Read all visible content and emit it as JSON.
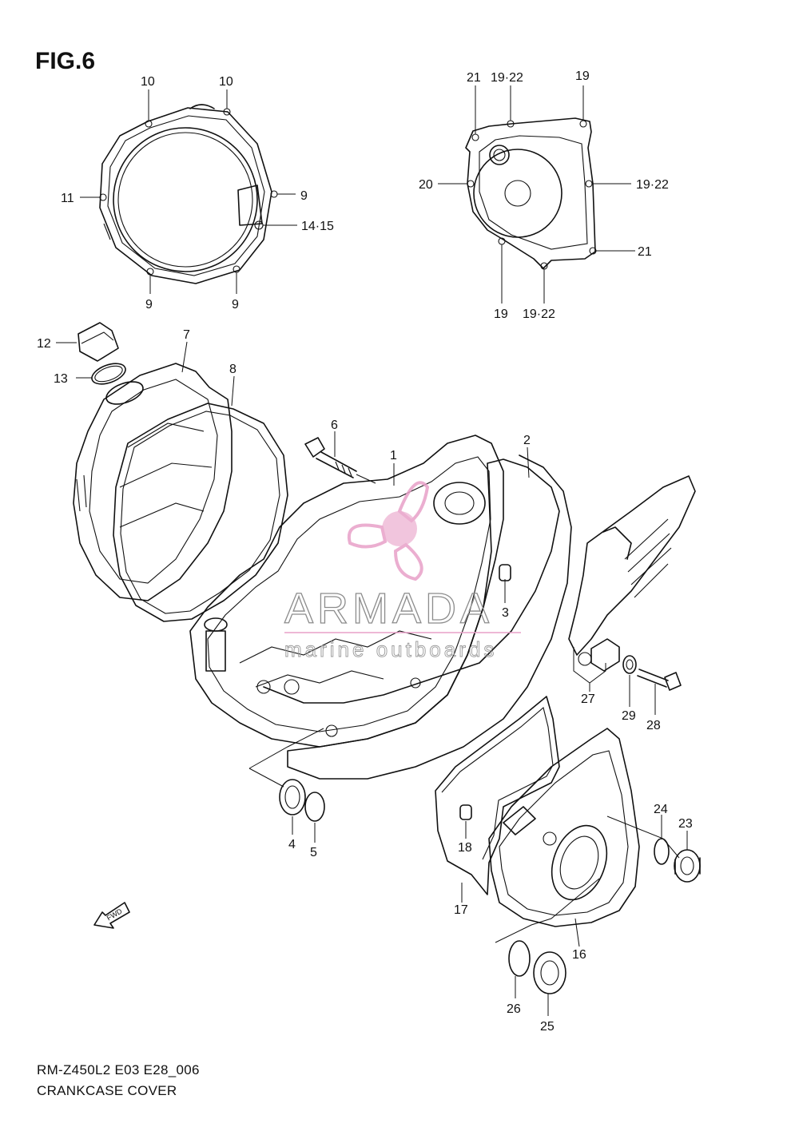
{
  "figure": {
    "title": "FIG.6",
    "model_code": "RM-Z450L2 E03 E28_006",
    "caption": "CRANKCASE COVER"
  },
  "watermark": {
    "brand": "ARMADA",
    "tagline": "marine outboards",
    "logo_color": "#e8a0c8"
  },
  "fwd_badge": "FWD",
  "callouts": [
    {
      "id": "c-10a",
      "text": "10"
    },
    {
      "id": "c-10b",
      "text": "10"
    },
    {
      "id": "c-11",
      "text": "11"
    },
    {
      "id": "c-9a",
      "text": "9"
    },
    {
      "id": "c-1415",
      "text": "14·15"
    },
    {
      "id": "c-9b",
      "text": "9"
    },
    {
      "id": "c-9c",
      "text": "9"
    },
    {
      "id": "c-21a",
      "text": "21"
    },
    {
      "id": "c-1922a",
      "text": "19·22"
    },
    {
      "id": "c-19a",
      "text": "19"
    },
    {
      "id": "c-1922b",
      "text": "19·22"
    },
    {
      "id": "c-20",
      "text": "20"
    },
    {
      "id": "c-21b",
      "text": "21"
    },
    {
      "id": "c-19b",
      "text": "19"
    },
    {
      "id": "c-1922c",
      "text": "19·22"
    },
    {
      "id": "c-12",
      "text": "12"
    },
    {
      "id": "c-7",
      "text": "7"
    },
    {
      "id": "c-8",
      "text": "8"
    },
    {
      "id": "c-13",
      "text": "13"
    },
    {
      "id": "c-6",
      "text": "6"
    },
    {
      "id": "c-1",
      "text": "1"
    },
    {
      "id": "c-2",
      "text": "2"
    },
    {
      "id": "c-3",
      "text": "3"
    },
    {
      "id": "c-27",
      "text": "27"
    },
    {
      "id": "c-29",
      "text": "29"
    },
    {
      "id": "c-28",
      "text": "28"
    },
    {
      "id": "c-4",
      "text": "4"
    },
    {
      "id": "c-5",
      "text": "5"
    },
    {
      "id": "c-18",
      "text": "18"
    },
    {
      "id": "c-17",
      "text": "17"
    },
    {
      "id": "c-24",
      "text": "24"
    },
    {
      "id": "c-23",
      "text": "23"
    },
    {
      "id": "c-16",
      "text": "16"
    },
    {
      "id": "c-26",
      "text": "26"
    },
    {
      "id": "c-25",
      "text": "25"
    }
  ]
}
